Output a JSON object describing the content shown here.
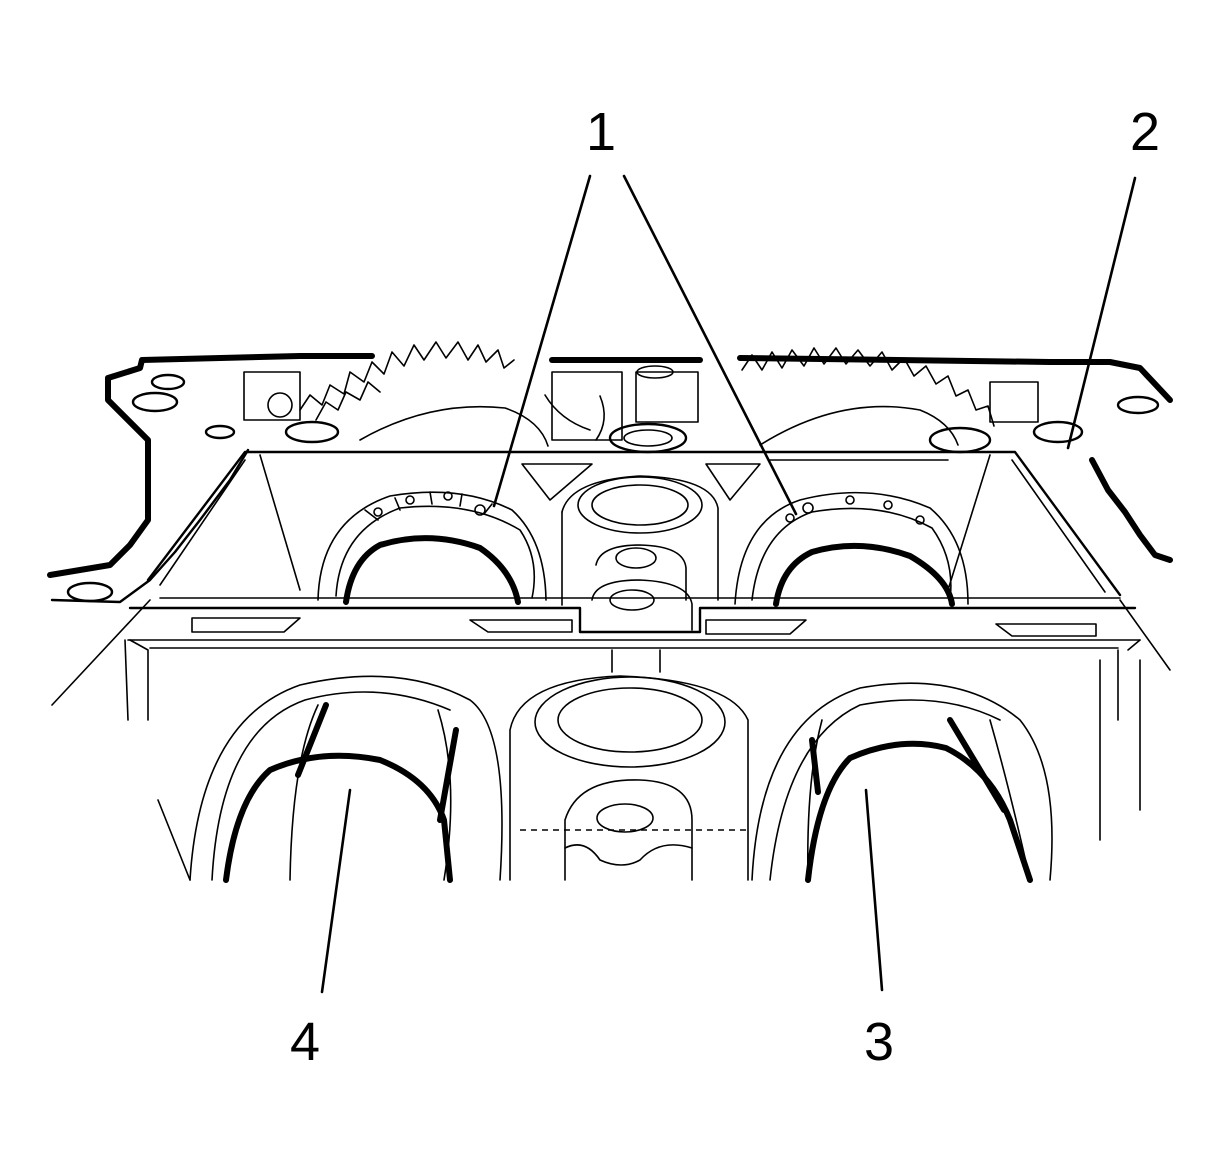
{
  "callouts": [
    {
      "id": "1",
      "label": "1"
    },
    {
      "id": "2",
      "label": "2"
    },
    {
      "id": "3",
      "label": "3"
    },
    {
      "id": "4",
      "label": "4"
    }
  ],
  "colors": {
    "ink": "#000000",
    "paper": "#ffffff"
  }
}
